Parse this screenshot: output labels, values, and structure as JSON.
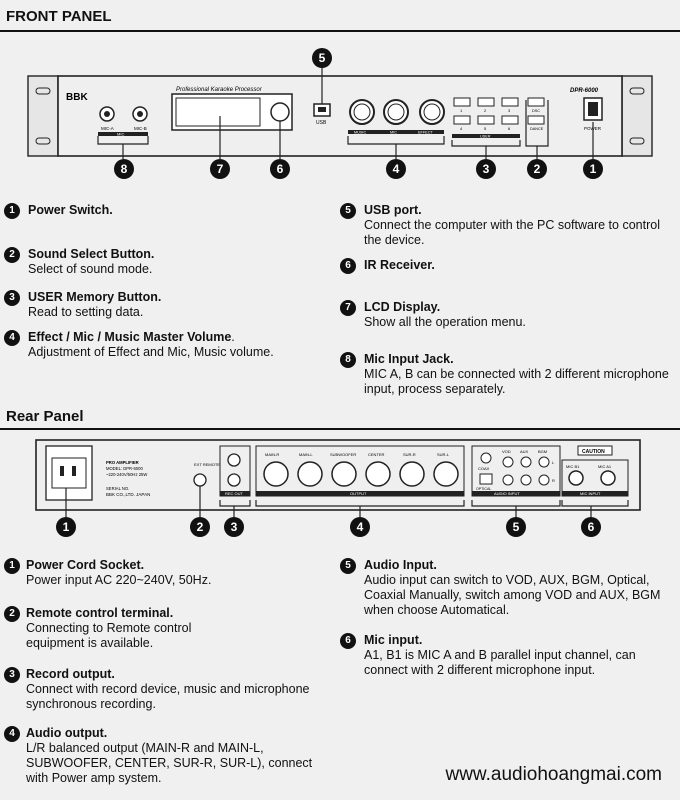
{
  "front": {
    "title": "FRONT PANEL",
    "brand": "BBK",
    "model": "DPR-6000",
    "subtitle": "Professional Karaoke Processor",
    "labels": {
      "mic_a": "MIC-A",
      "mic_b": "MIC-B",
      "mic": "MIC",
      "usb": "USB",
      "music": "MUSIC",
      "mic2": "MIC",
      "effect": "EFFECT",
      "user": "USER",
      "power": "POWER",
      "dsc": "DSC",
      "dance": "DANCE",
      "btn1": "1",
      "btn2": "2",
      "btn3": "3",
      "btn4": "4",
      "btn5": "5",
      "btn6": "6"
    },
    "callouts": [
      "8",
      "7",
      "6",
      "5",
      "4",
      "3",
      "2",
      "1"
    ],
    "items_left": [
      {
        "n": "1",
        "title": "Power Switch.",
        "desc": ""
      },
      {
        "n": "2",
        "title": "Sound Select Button.",
        "desc": "Select of sound mode."
      },
      {
        "n": "3",
        "title": "USER Memory Button.",
        "desc": "Read to setting data."
      },
      {
        "n": "4",
        "title": "Effect / Mic / Music  Master  Volume",
        "title_tail": ".",
        "desc": "Adjustment of Effect and Mic, Music volume."
      }
    ],
    "items_right": [
      {
        "n": "5",
        "title": "USB port.",
        "desc": "Connect the computer with the PC software to control\nthe device."
      },
      {
        "n": "6",
        "title": "IR Receiver.",
        "desc": ""
      },
      {
        "n": "7",
        "title": "LCD Display.",
        "desc": "Show all the operation menu."
      },
      {
        "n": "8",
        "title": "Mic Input Jack.",
        "desc": "MIC A, B can be connected with 2 different microphone\ninput, process separately."
      }
    ]
  },
  "rear": {
    "title": "Rear Panel",
    "labels": {
      "ext_remote": "EXT\nREMOTE",
      "rec_out": "REC OUT",
      "output": "OUTPUT",
      "main_r": "MAIN-R",
      "main_l": "MAIN-L",
      "subwoofer": "SUBWOOFER",
      "center": "CENTER",
      "sur_r": "SUR-R",
      "sur_l": "SUR-L",
      "vod": "VOD",
      "aux": "AUX",
      "bgm": "BGM",
      "coax": "COAX",
      "optical": "OPTICAL",
      "audio_input": "AUDIO INPUT",
      "mic_b1": "MIC B1",
      "mic_a1": "MIC A1",
      "mic_input": "MIC INPUT",
      "caution": "CAUTION",
      "l": "L",
      "r": "R",
      "spec1": "PRO AMPLIFIER",
      "spec2": "MODEL: DPR-6000",
      "spec3": "~220-240V/50Hz 25W",
      "company": "BBK CO.,LTD.  JAPAN",
      "serial": "SERIAL NO."
    },
    "callouts": [
      "1",
      "2",
      "3",
      "4",
      "5",
      "6"
    ],
    "items_left": [
      {
        "n": "1",
        "title": "Power Cord Socket.",
        "desc": "Power input AC 220~240V, 50Hz."
      },
      {
        "n": "2",
        "title": "Remote control terminal.",
        "desc": "Connecting to Remote control\nequipment is available."
      },
      {
        "n": "3",
        "title": "Record output.",
        "desc": "Connect with record device, music and microphone\nsynchronous recording."
      },
      {
        "n": "4",
        "title": "Audio output.",
        "desc": "L/R balanced output (MAIN-R and MAIN-L,\nSUBWOOFER, CENTER, SUR-R, SUR-L), connect\nwith Power amp system."
      }
    ],
    "items_right": [
      {
        "n": "5",
        "title": "Audio Input.",
        "desc": "Audio input can switch to VOD, AUX, BGM, Optical,\nCoaxial Manually, switch among VOD and AUX, BGM\nwhen choose Automatical."
      },
      {
        "n": "6",
        "title": "Mic input.",
        "desc": "A1, B1 is MIC A and B parallel input channel, can\nconnect with 2 different microphone input."
      }
    ]
  },
  "website": "www.audiohoangmai.com"
}
